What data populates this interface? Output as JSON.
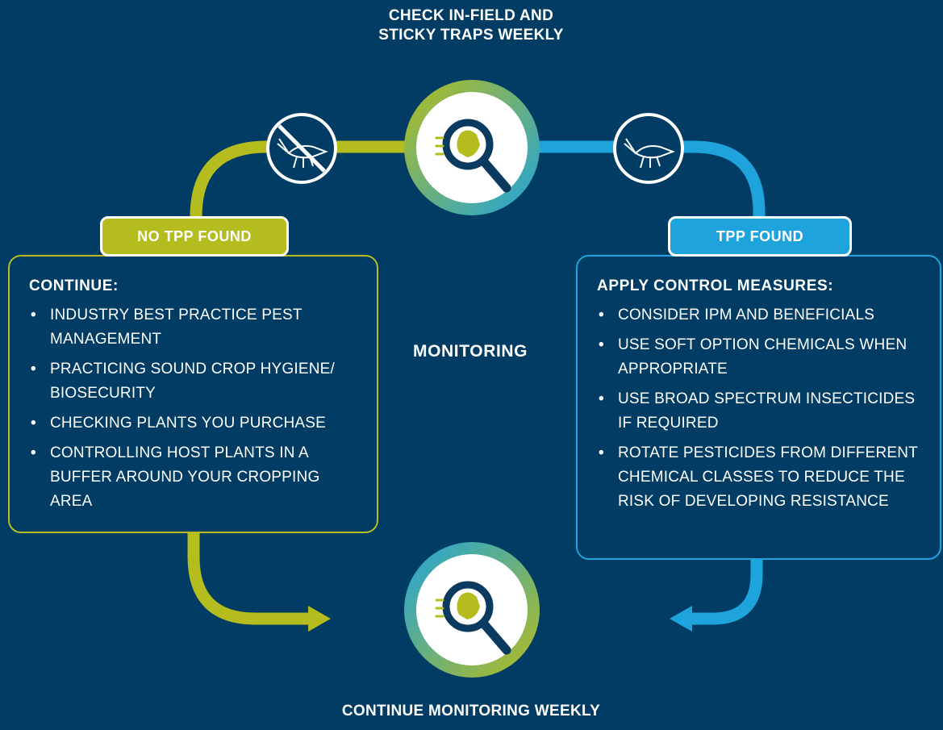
{
  "diagram": {
    "top_heading": "CHECK IN-FIELD AND\nSTICKY TRAPS WEEKLY",
    "bottom_heading": "CONTINUE MONITORING WEEKLY",
    "center_label": "MONITORING",
    "left_branch": {
      "tab_label": "NO TPP FOUND",
      "panel_title": "CONTINUE:",
      "items": [
        "INDUSTRY BEST PRACTICE PEST MANAGEMENT",
        "PRACTICING SOUND CROP HYGIENE/ BIOSECURITY",
        "CHECKING PLANTS YOU PURCHASE",
        "CONTROLLING HOST PLANTS IN A BUFFER AROUND YOUR CROPPING AREA"
      ]
    },
    "right_branch": {
      "tab_label": "TPP FOUND",
      "panel_title": "APPLY CONTROL MEASURES:",
      "items": [
        "CONSIDER IPM AND BENEFICIALS",
        "USE SOFT OPTION CHEMICALS WHEN APPROPRIATE",
        "USE BROAD SPECTRUM INSECTICIDES IF REQUIRED",
        "ROTATE PESTICIDES FROM DIFFERENT CHEMICAL CLASSES TO REDUCE THE RISK OF DEVELOPING RESISTANCE"
      ]
    },
    "icons": {
      "top_node": "magnifier-bug-icon",
      "bottom_node": "magnifier-bug-icon",
      "no_pest": "no-psyllid-icon",
      "pest": "psyllid-icon"
    },
    "colors": {
      "background": "#003C64",
      "no_pest_green": "#B5BD1E",
      "pest_blue": "#1FA3DD",
      "icon_navy": "#0B3A60",
      "white": "#FFFFFF"
    }
  }
}
